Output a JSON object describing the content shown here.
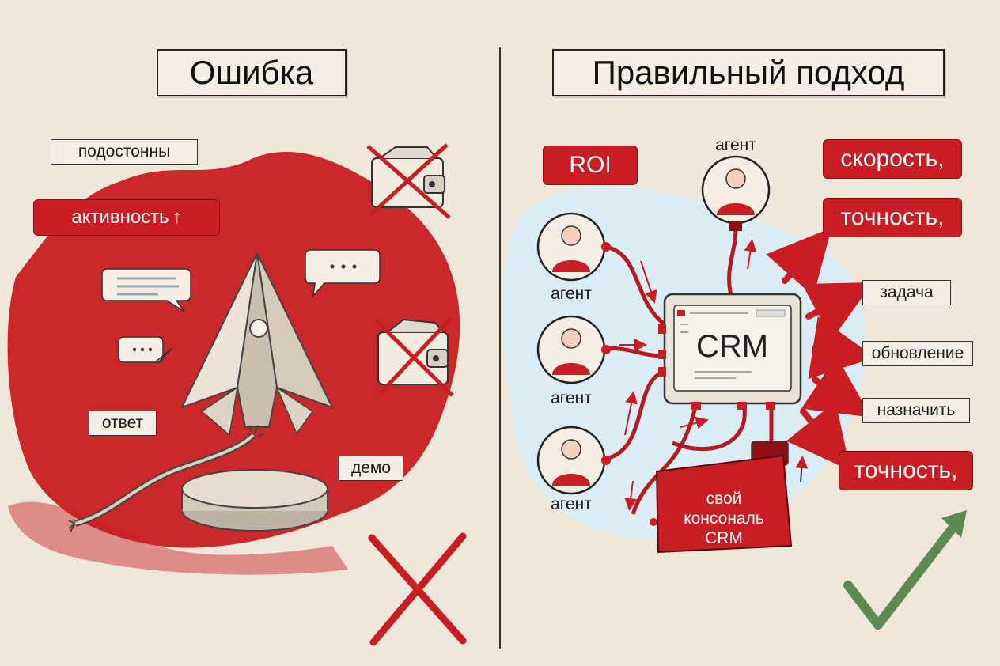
{
  "left": {
    "title": "Ошибка",
    "labels": {
      "podostonny": "подостонны",
      "activity": "активность",
      "answer": "ответ",
      "demo": "демо",
      "dots": "..."
    },
    "icons": [
      "crossed-wallet-icon",
      "crossed-wallet-icon",
      "paper-plane-icon",
      "cut-cable-icon",
      "cross-mark-icon"
    ]
  },
  "right": {
    "title": "Правильный подход",
    "roi": "ROI",
    "center": "CRM",
    "agent_label": "агент",
    "own_crm": "свой\nконсональ\nCRM",
    "outcomes": {
      "speed": "скорость,",
      "accuracy_top": "точность,",
      "task": "задача",
      "update": "обновление",
      "assign": "назначить",
      "accuracy_bottom": "точность,"
    },
    "icons": [
      "agent-avatar-icon",
      "crm-monitor-icon",
      "check-mark-icon"
    ]
  },
  "colors": {
    "accent_red": "#c81d22",
    "paper": "#efe7da",
    "check_green": "#5d8a52",
    "light_blue": "#d7ecf6"
  }
}
